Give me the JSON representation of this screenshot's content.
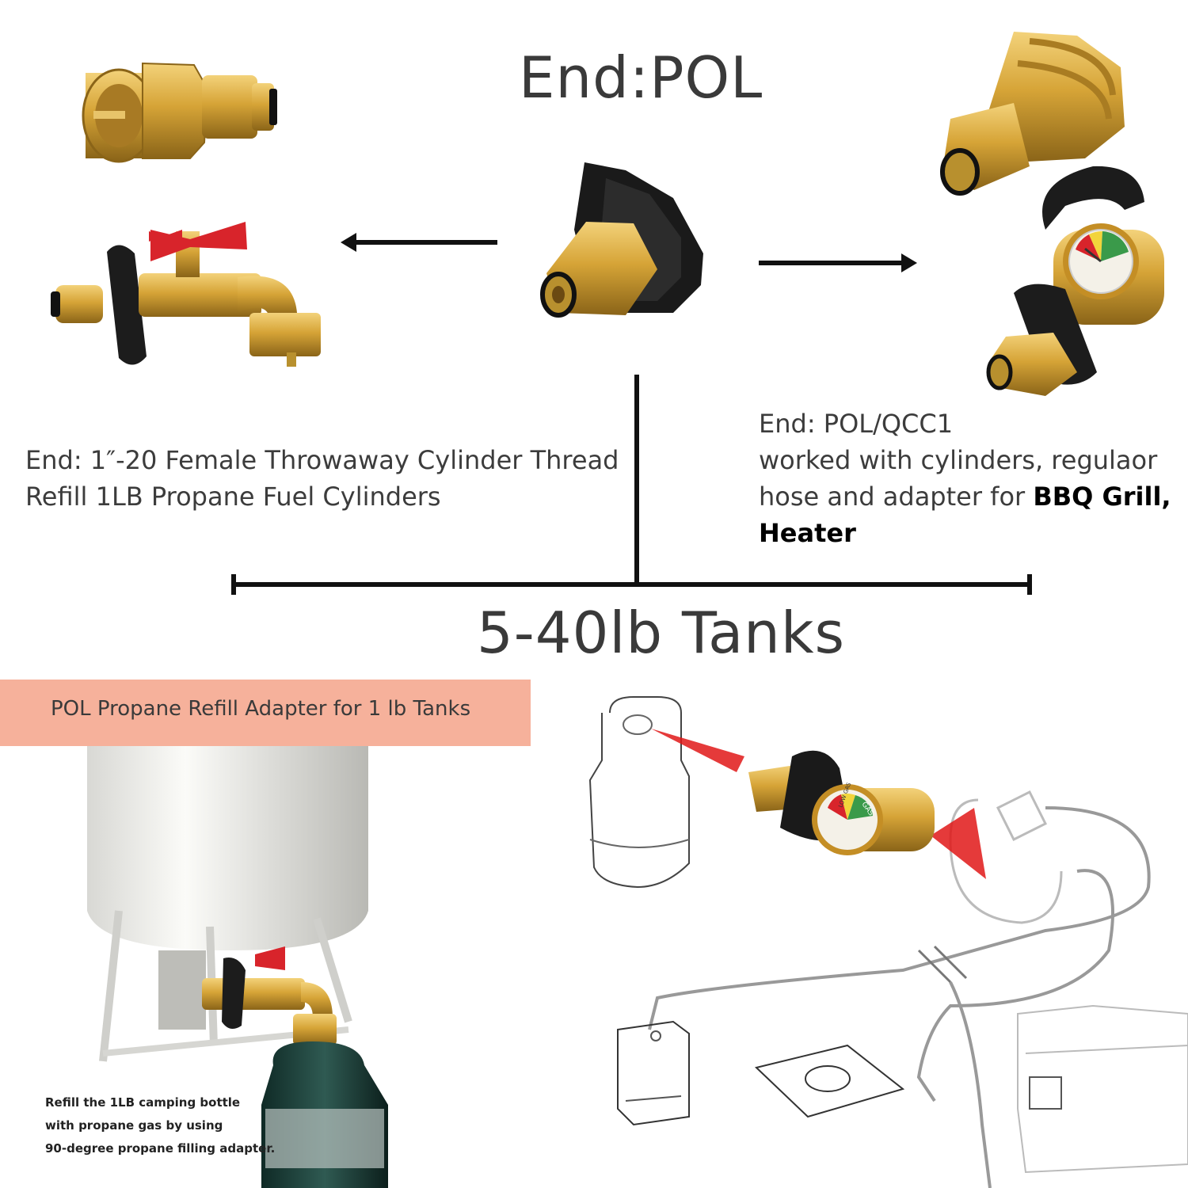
{
  "top_label": "End:POL",
  "center_label": "5-40lb Tanks",
  "left_end": {
    "line1": "End: 1″-20 Female Throwaway Cylinder Thread",
    "line2": "Refill 1LB Propane Fuel Cylinders"
  },
  "right_end": {
    "line1": "End: POL/QCC1",
    "line2": "worked with  cylinders,  regulaor",
    "line3_plain": "hose and  adapter for ",
    "line3_bold": "BBQ Grill,",
    "line4_bold": "Heater"
  },
  "banner": {
    "text": "POL Propane Refill Adapter for 1 lb Tanks",
    "color": "#f6b19b"
  },
  "caption": {
    "line1": "Refill the 1LB camping bottle",
    "line2": "with propane gas by using",
    "line3": "90-degree propane filling adapter."
  },
  "gauge": {
    "low_label": "LOW GAS",
    "gas_label": "GAS"
  },
  "colors": {
    "brass": "#d6a437",
    "black_knob": "#1a1a1a",
    "red_valve": "#d8242b",
    "pointer_red": "#e01818"
  }
}
